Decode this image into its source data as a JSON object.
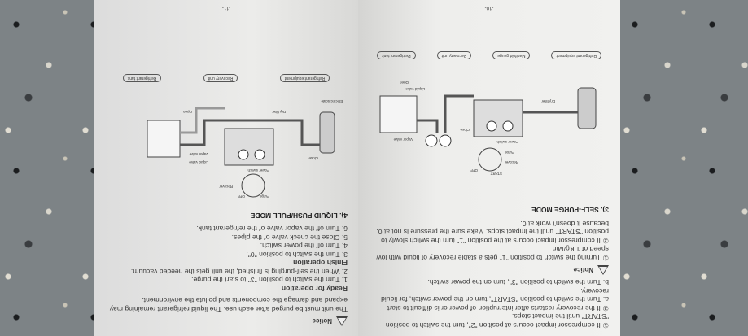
{
  "left_page": {
    "page_number": "-11-",
    "notice_label": "Notice",
    "notice_text": "The unit must be purged after each use. The liquid refrigerant remaining may expand and damage the components and pollute the environment.",
    "ready_heading": "Ready for operation",
    "ready_steps": [
      "1. Turn the switch to position \"3\" to start the purge.",
      "2. When the self-purging is finished, the unit gets the needed vacuum."
    ],
    "finish_heading": "Finish operation",
    "finish_steps": [
      "3. Turn the switch to position \"0\".",
      "4. Turn off the power switch.",
      "5. Close the check valve of the pipes.",
      "6. Turn off the vapor valve of the refrigerant tank."
    ],
    "section_title": "4). LIQUID PUSH/PULL MODE",
    "diagram_labels": {
      "open": "Open",
      "close": "Close",
      "liquid_valve": "Liquid valve",
      "vapor_valve": "Vapor valve",
      "dry_filter": "Dry filter",
      "electric_scale": "Electric scale",
      "power_switch": "Power switch",
      "purge": "Purge",
      "off": "OFF",
      "recover": "Recover"
    },
    "bottom_labels": [
      "Refrigerant equipment",
      "Recovery unit",
      "Refrigerant tank"
    ]
  },
  "right_page": {
    "page_number": "-10-",
    "lines": [
      "① If compressor impact occurs at position \"2\", turn the switch to position",
      "\"START\" until the impact stops.",
      "② If the recovery restarts after interruption of power or is difficult to start",
      "a. Turn the switch to position \"START\", turn on the power switch, for liquid",
      "recovery.",
      "b. Turn the switch to position \"3\", turn on the power switch."
    ],
    "notice_label": "Notice",
    "notice_items": [
      "① Turning the switch to position \"1\" gets a stable recovery of liquid with low speed of 1 Kg/Min.",
      "② If compressor impact occurs at the position \"1\" turn the switch slowly to position \"START\" until the impact stops. Make sure the pressure is not at 0, because it doesn't work at 0."
    ],
    "section_title": "3). SELF-PURGE MODE",
    "diagram_labels": {
      "open": "Open",
      "close": "Close",
      "liquid_valve": "Liquid valve",
      "vapor_valve": "Vapor valve",
      "dry_filter": "Dry filter",
      "power_switch": "Power switch",
      "purge": "Purge",
      "start": "START",
      "recover": "Recover",
      "off": "OFF"
    },
    "bottom_labels": [
      "Refrigerant equipment",
      "Manifold gauge",
      "Recovery unit",
      "Refrigerant tank"
    ]
  }
}
